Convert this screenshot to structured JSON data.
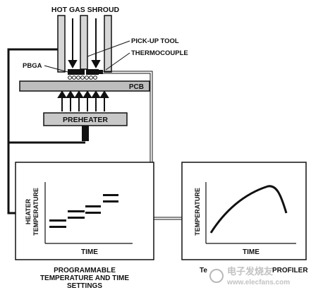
{
  "labels": {
    "hot_gas_shroud": "HOT GAS SHROUD",
    "pick_up_tool": "PICK-UP TOOL",
    "thermocouple": "THERMOCOUPLE",
    "pbga": "PBGA",
    "pcb": "PCB",
    "preheater": "PREHEATER"
  },
  "left_chart": {
    "ylabel_line1": "HEATER",
    "ylabel_line2": "TEMPERATURE",
    "xlabel": "TIME",
    "caption_line1": "PROGRAMMABLE",
    "caption_line2": "TEMPERATURE AND TIME",
    "caption_line3": "SETTINGS"
  },
  "right_chart": {
    "ylabel": "TEMPERATURE",
    "xlabel": "TIME",
    "caption_visible_start": "Te",
    "caption_visible_end": "PROFILER"
  },
  "watermark": {
    "line1": "电子发烧友",
    "line2": "www.elecfans.com"
  },
  "colors": {
    "shroud_fill": "#d6d6d6",
    "pcb_fill": "#bdbdbd",
    "preheater_fill": "#c8c8c8",
    "line": "#111111"
  }
}
